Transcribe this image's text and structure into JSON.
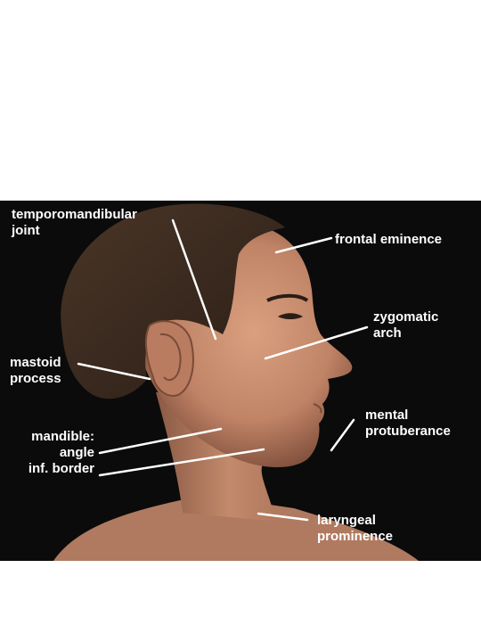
{
  "labels": {
    "temporomandibular_joint": [
      "temporomandibular",
      "joint"
    ],
    "frontal_eminence": [
      "frontal eminence"
    ],
    "zygomatic_arch": [
      "zygomatic",
      "arch"
    ],
    "mastoid_process": [
      "mastoid",
      "process"
    ],
    "mental_protuberance": [
      "mental",
      "protuberance"
    ],
    "mandible": [
      "mandible:",
      "angle",
      "inf. border"
    ],
    "laryngeal_prominence": [
      "laryngeal",
      "prominence"
    ]
  },
  "colors": {
    "background": "#0b0b0b",
    "skin": "#c98e6f",
    "skin_shadow": "#8e5b44",
    "hair": "#3a2a20",
    "label_text": "#ffffff",
    "leader_line": "#ffffff"
  }
}
